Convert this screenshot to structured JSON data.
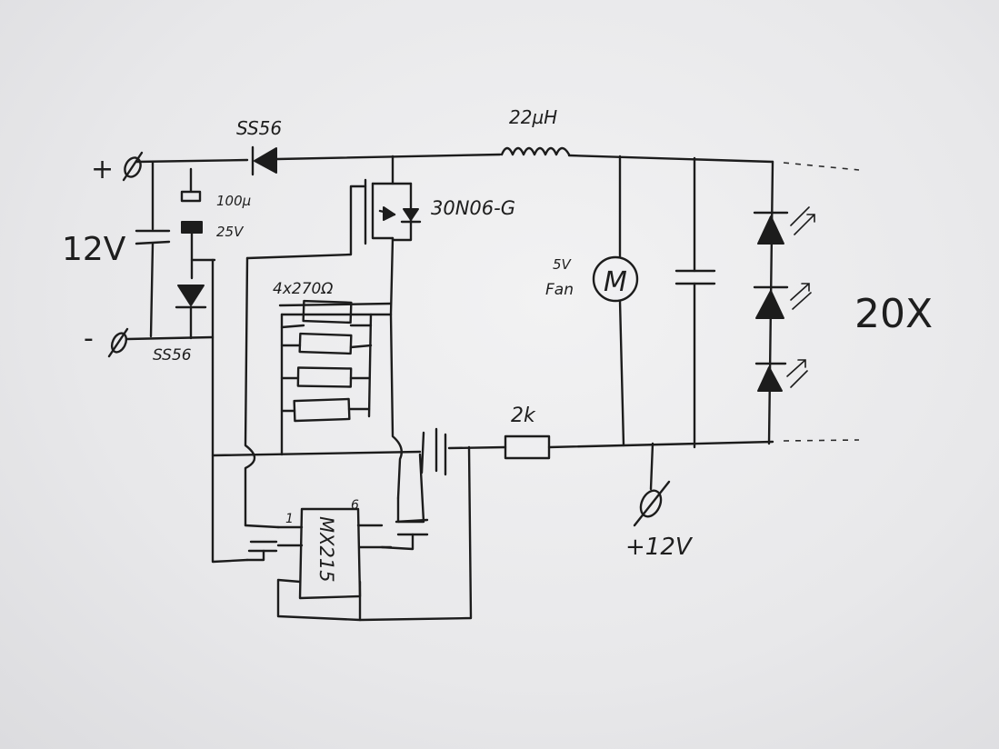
{
  "labels": {
    "supply_plus": "+",
    "supply_minus": "-",
    "supply_voltage": "12V",
    "diode_top": "SS56",
    "diode_bottom": "SS56",
    "cap_value": "100µ",
    "cap_voltage": "25V",
    "inductor": "22µH",
    "mosfet": "30N06-G",
    "resistor_array": "4x270Ω",
    "resistor_2k": "2k",
    "fan_voltage": "5V",
    "fan_word": "Fan",
    "motor_symbol": "M",
    "led_count": "20X",
    "ic_name": "MX215",
    "ic_pin1": "1",
    "ic_pin6": "6",
    "output_terminal": "+12V"
  }
}
